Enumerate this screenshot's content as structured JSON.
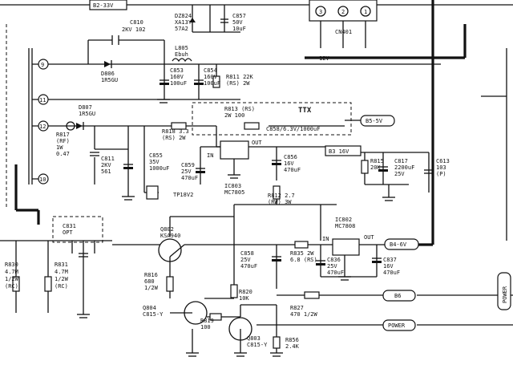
{
  "nets": {
    "b2": "B2-33V",
    "b5": "B5-5V",
    "b3": "B3 16V",
    "b4": "B4-6V",
    "b6": "B6",
    "power": "POWER",
    "power_side": "POWER",
    "rail_12v": "12V"
  },
  "connector": {
    "label": "CN401",
    "pins": [
      "3",
      "2",
      "1"
    ]
  },
  "transformer_pins": [
    "9",
    "11",
    "12",
    "10"
  ],
  "parts": {
    "c810": [
      "C810",
      "2KV 102"
    ],
    "dz824": [
      "DZ824",
      "XA13Y",
      "57A2"
    ],
    "c857": [
      "C857",
      "50V",
      "10uF"
    ],
    "l805": [
      "L805",
      "Ebuh"
    ],
    "d806": [
      "D806",
      "1R5GU"
    ],
    "c853": [
      "C853",
      "160V",
      "100uF"
    ],
    "c854": [
      "C854",
      "160V",
      "100uF"
    ],
    "r811": [
      "R811 22K",
      "(RS) 2W"
    ],
    "d807": [
      "D807",
      "1R5GU"
    ],
    "r813": [
      "R813 (RS)",
      "2W   100"
    ],
    "ttx": "TTX",
    "c858_top": "C858/6.3V/1000uF",
    "r818": [
      "R818 3.3",
      "(RS) 2W"
    ],
    "r817": [
      "R817",
      "(RF)",
      "1W",
      "0.47"
    ],
    "c811": [
      "C811",
      "2KV",
      "561"
    ],
    "c855": [
      "C855",
      "35V",
      "1000uF"
    ],
    "c859": [
      "C859",
      "25V",
      "470uF"
    ],
    "ic803": [
      "IC803",
      "MC7805"
    ],
    "ic803_pins": [
      "IN",
      "OUT"
    ],
    "c856": [
      "C856",
      "16V",
      "470uF"
    ],
    "r815": [
      "R815",
      "20K"
    ],
    "c817": [
      "C817",
      "2200uF",
      "25V"
    ],
    "c813": [
      "C613",
      "103",
      "(P)"
    ],
    "tp": "TP18V2",
    "r812": [
      "R812 2.7",
      "(RW) 3W"
    ],
    "ic802": [
      "IC802",
      "MC7808"
    ],
    "ic802_pins": [
      "IN",
      "OUT"
    ],
    "q802": [
      "Q802",
      "KSA940"
    ],
    "c858": [
      "C858",
      "25V",
      "470uF"
    ],
    "r835": [
      "R835 2W",
      "6.8 (RS)"
    ],
    "c836": [
      "C836",
      "25V",
      "470uF"
    ],
    "c837": [
      "C837",
      "16V",
      "470uF"
    ],
    "r830": [
      "R830",
      "4.7M",
      "1/2W",
      "(RC)"
    ],
    "c831": [
      "C831",
      "OPT"
    ],
    "r831": [
      "R831",
      "4.7M",
      "1/2W",
      "(RC)"
    ],
    "r816": [
      "R816",
      "680",
      "1/2W"
    ],
    "r820": [
      "R820",
      "10K"
    ],
    "r827": [
      "R827",
      "470 1/2W"
    ],
    "q804": [
      "Q804",
      "C815-Y"
    ],
    "r819": [
      "R819",
      "100"
    ],
    "q803": [
      "Q803",
      "C815-Y"
    ],
    "r856": [
      "R856",
      "2.4K"
    ]
  }
}
